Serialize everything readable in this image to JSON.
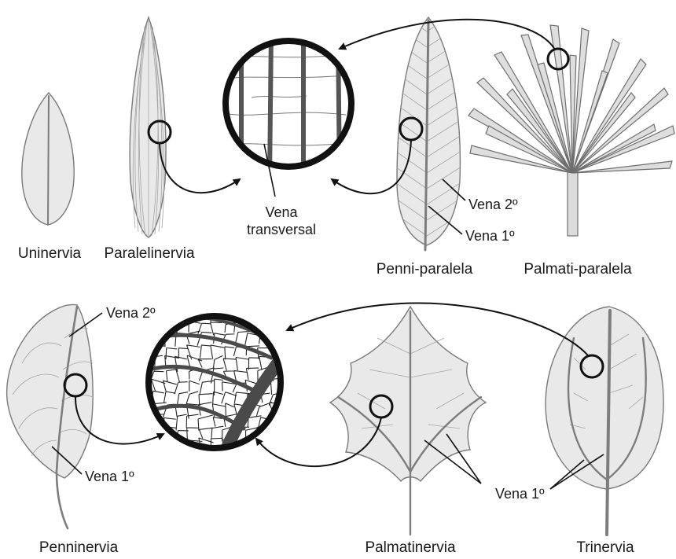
{
  "labels": {
    "uninervia": "Uninervia",
    "paralelinervia": "Paralelinervia",
    "penni_paralela": "Penni-paralela",
    "palmati_paralela": "Palmati-paralela",
    "penninervia": "Penninervia",
    "palmatinervia": "Palmatinervia",
    "trinervia": "Trinervia"
  },
  "annotations": {
    "vena_transversal_1": "Vena",
    "vena_transversal_2": "transversal",
    "top_vena_2": "Vena 2º",
    "top_vena_1": "Vena 1º",
    "bottom_left_vena_2": "Vena 2º",
    "bottom_left_vena_1": "Vena 1º",
    "bottom_right_vena_1": "Vena 1º"
  },
  "colors": {
    "leaf_fill": "#e9e9e9",
    "vein": "#7d7d7d",
    "outline": "#111111"
  }
}
